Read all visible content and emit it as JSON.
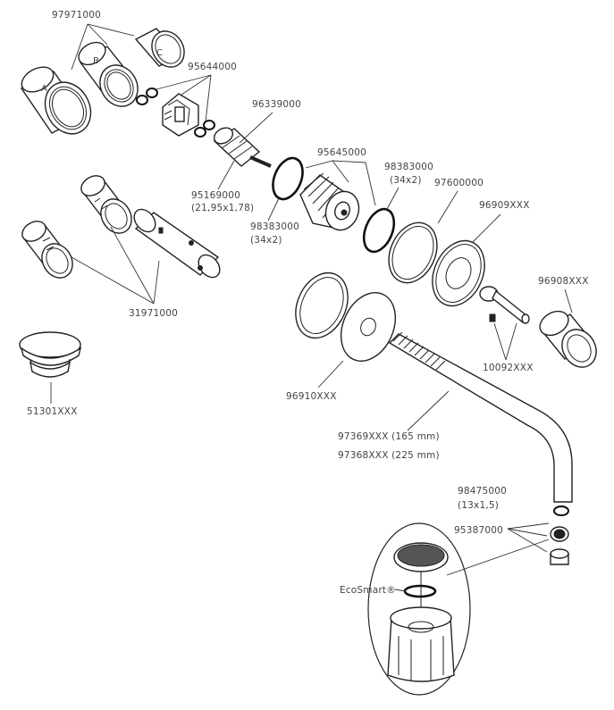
{
  "labels": {
    "p97971000": "97971000",
    "letter_a": "A",
    "letter_b": "B",
    "letter_c": "C",
    "p95644000": "95644000",
    "p96339000": "96339000",
    "p95645000": "95645000",
    "p98383000_top": "98383000",
    "p98383000_top_size": "(34x2)",
    "p97600000": "97600000",
    "p96909xxx": "96909XXX",
    "p95169000": "95169000",
    "p95169000_size": "(21,95x1,78)",
    "p98383000_bottom": "98383000",
    "p98383000_bottom_size": "(34x2)",
    "p31971000": "31971000",
    "p96908xxx": "96908XXX",
    "p10092xxx": "10092XXX",
    "p51301xxx": "51301XXX",
    "p96910xxx": "96910XXX",
    "p97369xxx": "97369XXX (165 mm)",
    "p97368xxx": "97368XXX (225 mm)",
    "p98475000": "98475000",
    "p98475000_size": "(13x1,5)",
    "p95387000": "95387000",
    "ecosmart": "EcoSmart®"
  }
}
